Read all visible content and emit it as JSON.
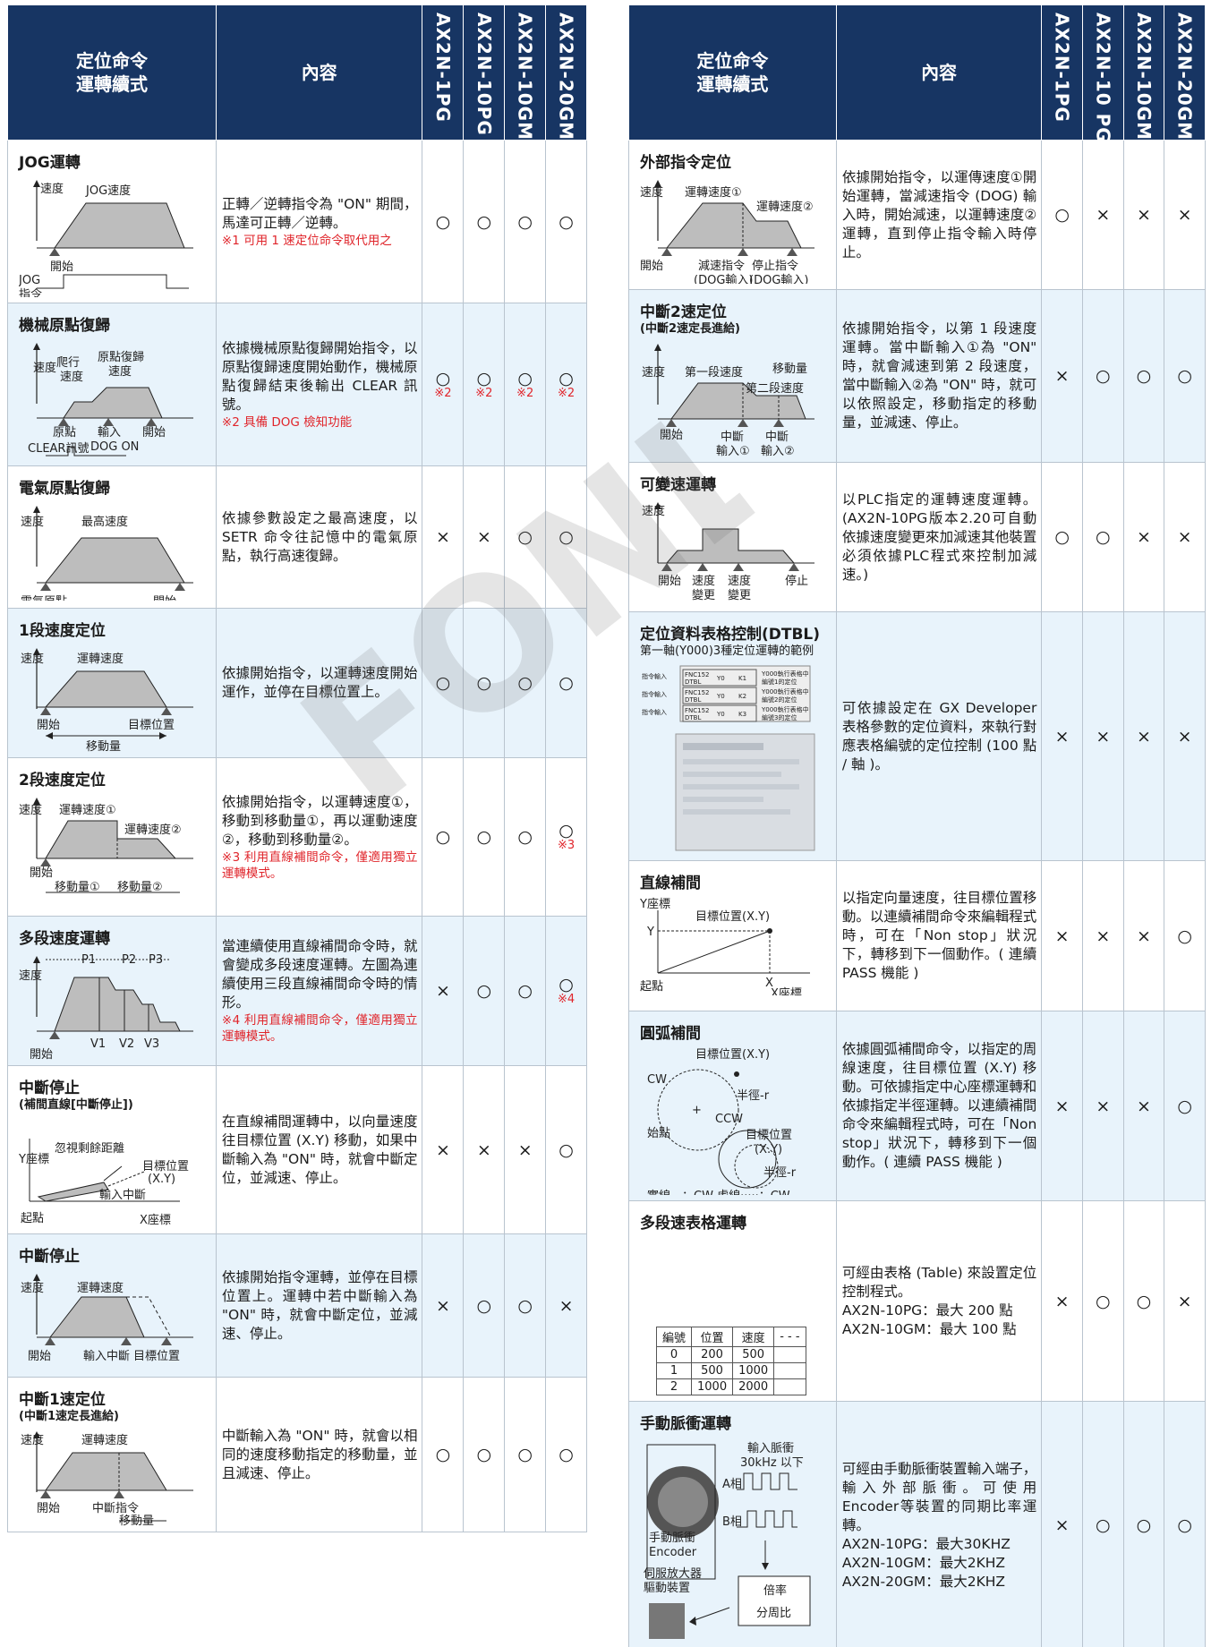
{
  "header": {
    "mode_label": "定位命令\n運轉續式",
    "content_label": "內容",
    "left_models": [
      "AX2N-1PG",
      "AX2N-10PG",
      "AX2N-10GM",
      "AX2N-20GM"
    ],
    "right_models": [
      "AX2N-1PG",
      "AX2N-10 PG",
      "AX2N-10GM",
      "AX2N-20GM"
    ]
  },
  "symbols": {
    "yes": "○",
    "no": "×"
  },
  "left_rows": [
    {
      "title": "JOG運轉",
      "sub": "",
      "content": "正轉／逆轉指令為 \"ON\" 期間，馬達可正轉／逆轉。",
      "note": "※1 可用 1 速定位命令取代用之",
      "marks": [
        "yes",
        "yes",
        "yes",
        "yes"
      ],
      "notes": [
        "",
        "",
        "",
        ""
      ],
      "labels": [
        "速度",
        "JOG速度",
        "開始",
        "JOG",
        "指令"
      ]
    },
    {
      "title": "機械原點復歸",
      "sub": "",
      "content": "依據機械原點復歸開始指令，以原點復歸速度開始動作，機械原點復歸結束後輸出 CLEAR 訊號。",
      "note": "※2 具備 DOG 檢知功能",
      "marks": [
        "yes",
        "yes",
        "yes",
        "yes"
      ],
      "notes": [
        "※2",
        "※2",
        "※2",
        "※2"
      ],
      "labels": [
        "速度",
        "爬行",
        "速度",
        "原點復歸",
        "速度",
        "原點",
        "輸入",
        "DOG ON",
        "開始",
        "CLEAR訊號"
      ]
    },
    {
      "title": "電氣原點復歸",
      "sub": "",
      "content": "依據參數設定之最高速度，以 SETR 命令往記憶中的電氣原點，執行高速復歸。",
      "note": "",
      "marks": [
        "no",
        "no",
        "yes",
        "yes"
      ],
      "notes": [
        "",
        "",
        "",
        ""
      ],
      "labels": [
        "速度",
        "最高速度",
        "電氣原點",
        "開始"
      ]
    },
    {
      "title": "1段速度定位",
      "sub": "",
      "content": "依據開始指令，以運轉速度開始運作，並停在目標位置上。",
      "note": "",
      "marks": [
        "yes",
        "yes",
        "yes",
        "yes"
      ],
      "notes": [
        "",
        "",
        "",
        ""
      ],
      "labels": [
        "速度",
        "運轉速度",
        "開始",
        "目標位置",
        "移動量"
      ]
    },
    {
      "title": "2段速度定位",
      "sub": "",
      "content": "依據開始指令，以運轉速度①，移動到移動量①，再以運動速度②，移動到移動量②。",
      "note": "※3 利用直線補間命令，僅適用獨立運轉模式。",
      "marks": [
        "yes",
        "yes",
        "yes",
        "yes"
      ],
      "notes": [
        "",
        "",
        "",
        "※3"
      ],
      "labels": [
        "速度",
        "運轉速度①",
        "運轉速度②",
        "開始",
        "移動量①",
        "移動量②"
      ]
    },
    {
      "title": "多段速度運轉",
      "sub": "",
      "content": "當連續使用直線補間命令時，就會變成多段速度運轉。左圖為連續使用三段直線補間命令時的情形。",
      "note": "※4 利用直線補間命令，僅適用獨立運轉模式。",
      "marks": [
        "no",
        "yes",
        "yes",
        "yes"
      ],
      "notes": [
        "",
        "",
        "",
        "※4"
      ],
      "labels": [
        "速度",
        "P1",
        "P2",
        "P3",
        "開始",
        "V1",
        "V2",
        "V3"
      ]
    },
    {
      "title": "中斷停止",
      "sub": "(補間直線[中斷停止])",
      "content": "在直線補間運轉中，以向量速度往目標位置 (X.Y) 移動，如果中斷輸入為 \"ON\" 時，就會中斷定位，並減速、停止。",
      "note": "",
      "marks": [
        "no",
        "no",
        "no",
        "yes"
      ],
      "notes": [
        "",
        "",
        "",
        ""
      ],
      "labels": [
        "Y座標",
        "忽視剩餘距離",
        "目標位置",
        "(X.Y)",
        "輸入中斷",
        "起點",
        "X座標"
      ]
    },
    {
      "title": "中斷停止",
      "sub": "",
      "content": "依據開始指令運轉，並停在目標位置上。運轉中若中斷輸入為 \"ON\" 時，就會中斷定位，並減速、停止。",
      "note": "",
      "marks": [
        "no",
        "yes",
        "yes",
        "no"
      ],
      "notes": [
        "",
        "",
        "",
        ""
      ],
      "labels": [
        "速度",
        "運轉速度",
        "開始",
        "輸入中斷",
        "目標位置"
      ]
    },
    {
      "title": "中斷1速定位",
      "sub": "(中斷1速定長進給)",
      "content": "中斷輸入為 \"ON\" 時，就會以相同的速度移動指定的移動量，並且減速、停止。",
      "note": "",
      "marks": [
        "yes",
        "yes",
        "yes",
        "yes"
      ],
      "notes": [
        "",
        "",
        "",
        ""
      ],
      "labels": [
        "速度",
        "運轉速度",
        "開始",
        "中斷指令",
        "移動量"
      ]
    }
  ],
  "right_rows": [
    {
      "title": "外部指令定位",
      "sub": "",
      "content": "依據開始指令，以運傳速度①開始運轉，當減速指令 (DOG) 輸入時，開始減速，以運轉速度②運轉，直到停止指令輸入時停止。",
      "lines": [],
      "marks": [
        "yes",
        "no",
        "no",
        "no"
      ],
      "labels": [
        "速度",
        "運轉速度①",
        "運轉速度②",
        "開始",
        "減速指令",
        "(DOG輸入)",
        "停止指令",
        "(DOG輸入)"
      ]
    },
    {
      "title": "中斷2速定位",
      "sub": "(中斷2速定長進給)",
      "content": "依據開始指令，以第 1 段速度運轉。當中斷輸入①為 \"ON\" 時，就會減速到第 2 段速度，當中斷輸入②為 \"ON\" 時，就可以依照設定，移動指定的移動量，並減速、停止。",
      "lines": [],
      "marks": [
        "no",
        "yes",
        "yes",
        "yes"
      ],
      "labels": [
        "速度",
        "第一段速度",
        "移動量",
        "第二段速度",
        "開始",
        "中斷",
        "輸入①",
        "中斷",
        "輸入②"
      ]
    },
    {
      "title": "可變速運轉",
      "sub": "",
      "content": "以PLC指定的運轉速度運轉。(AX2N-10PG版本2.20可自動依據速度變更來加減速其他裝置必須依據PLC程式來控制加減速。)",
      "lines": [],
      "marks": [
        "yes",
        "yes",
        "no",
        "no"
      ],
      "labels": [
        "速度",
        "開始",
        "速度",
        "變更",
        "速度",
        "變更",
        "停止"
      ]
    },
    {
      "title": "定位資料表格控制(DTBL)",
      "sub": "第一軸(Y000)3種定位運轉的範例",
      "content": "可依據設定在 GX Developer 表格參數的定位資料，來執行對應表格編號的定位控制 (100 點 / 軸 )。",
      "lines": [],
      "marks": [
        "no",
        "no",
        "no",
        "no"
      ],
      "labels": [
        "指令輸入",
        "FNC152",
        "DTBL",
        "Y0",
        "K1",
        "Y000執行表格中",
        "編號1的定位",
        "指令輸入",
        "FNC152",
        "DTBL",
        "Y0",
        "K2",
        "Y000執行表格中",
        "編號2的定位",
        "指令輸入",
        "FNC152",
        "DTBL",
        "Y0",
        "K3",
        "Y000執行表格中",
        "編號3的定位"
      ]
    },
    {
      "title": "直線補間",
      "sub": "",
      "content": "以指定向量速度，往目標位置移動。以連續補間命令來編輯程式時，可在「Non stop」狀況下，轉移到下一個動作。( 連續 PASS 機能 )",
      "lines": [],
      "marks": [
        "no",
        "no",
        "no",
        "yes"
      ],
      "labels": [
        "Y座標",
        "目標位置(X.Y)",
        "Y",
        "起點",
        "X",
        "X座標"
      ]
    },
    {
      "title": "圓弧補間",
      "sub": "",
      "content": "依據圓弧補間命令，以指定的周線速度，往目標位置 (X.Y) 移動。可依據指定中心座標運轉和依據指定半徑運轉。以連續補間命令來編輯程式時，可在「Non stop」狀況下，轉移到下一個動作。( 連續 PASS 機能 )",
      "lines": [],
      "marks": [
        "no",
        "no",
        "no",
        "yes"
      ],
      "labels": [
        "目標位置(X.Y)",
        "CW",
        "+",
        "半徑-r",
        "CCW",
        "始點",
        "目標位置",
        "(X.Y)",
        "半徑-r",
        "實線—：CW  虛線·····：CW"
      ]
    },
    {
      "title": "多段速表格運轉",
      "sub": "",
      "content": "可經由表格 (Table) 來設置定位控制程式。",
      "lines": [
        "AX2N-10PG：最大 200 點",
        "AX2N-10GM：最大 100 點"
      ],
      "marks": [
        "no",
        "yes",
        "yes",
        "no"
      ],
      "labels": [],
      "mini_table": {
        "headers": [
          "編號",
          "位置",
          "速度",
          "- - -"
        ],
        "rows": [
          [
            "0",
            "200",
            "500",
            ""
          ],
          [
            "1",
            "500",
            "1000",
            ""
          ],
          [
            "2",
            "1000",
            "2000",
            ""
          ]
        ]
      }
    },
    {
      "title": "手動脈衝運轉",
      "sub": "",
      "content": "可經由手動脈衝裝置輸入端子，輸入外部脈衝。可使用Encoder等裝置的同期比率運轉。",
      "lines": [
        "AX2N-10PG：最大30KHZ",
        "AX2N-10GM：最大2KHZ",
        "AX2N-20GM：最大2KHZ"
      ],
      "marks": [
        "no",
        "yes",
        "yes",
        "yes"
      ],
      "labels": [
        "輸入脈衝",
        "30kHz 以下",
        "A相",
        "B相",
        "手動脈衝",
        "Encoder",
        "伺服放大器",
        "驅動裝置",
        "倍率",
        "分周比"
      ]
    }
  ]
}
